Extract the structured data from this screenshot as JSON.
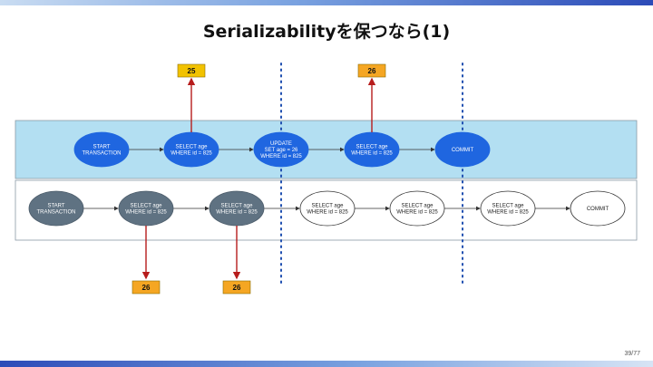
{
  "title": "Serializabilityを保つなら(1)",
  "page_number": "39/77",
  "lane1": {
    "nodes": [
      {
        "lines": [
          "START",
          "TRANSACTION"
        ]
      },
      {
        "lines": [
          "SELECT age",
          "WHERE id = 825"
        ]
      },
      {
        "lines": [
          "UPDATE",
          "SET age = 26",
          "WHERE id = 825"
        ]
      },
      {
        "lines": [
          "SELECT age",
          "WHERE id = 825"
        ]
      },
      {
        "lines": [
          "COMMIT"
        ]
      }
    ],
    "results": [
      {
        "node": 1,
        "value": "25",
        "color": "#f2c200"
      },
      {
        "node": 3,
        "value": "26",
        "color": "#f5a623"
      }
    ]
  },
  "lane2": {
    "nodes": [
      {
        "lines": [
          "START",
          "TRANSACTION"
        ],
        "style": "gray"
      },
      {
        "lines": [
          "SELECT age",
          "WHERE id = 825"
        ],
        "style": "gray"
      },
      {
        "lines": [
          "SELECT age",
          "WHERE id = 825"
        ],
        "style": "gray"
      },
      {
        "lines": [
          "SELECT age",
          "WHERE id = 825"
        ],
        "style": "white"
      },
      {
        "lines": [
          "SELECT age",
          "WHERE id = 825"
        ],
        "style": "white"
      },
      {
        "lines": [
          "SELECT age",
          "WHERE id = 825"
        ],
        "style": "white"
      },
      {
        "lines": [
          "COMMIT"
        ],
        "style": "white"
      }
    ],
    "results": [
      {
        "node": 1,
        "value": "26",
        "color": "#f5a623"
      },
      {
        "node": 2,
        "value": "26",
        "color": "#f5a623"
      }
    ]
  },
  "colors": {
    "lane1_bg": "#b3dff2",
    "lane1_node": "#1f66e0",
    "lane2_gray": "#5f7282",
    "arrow_red": "#b71c1c",
    "divider_blue": "#1f4fb0"
  }
}
